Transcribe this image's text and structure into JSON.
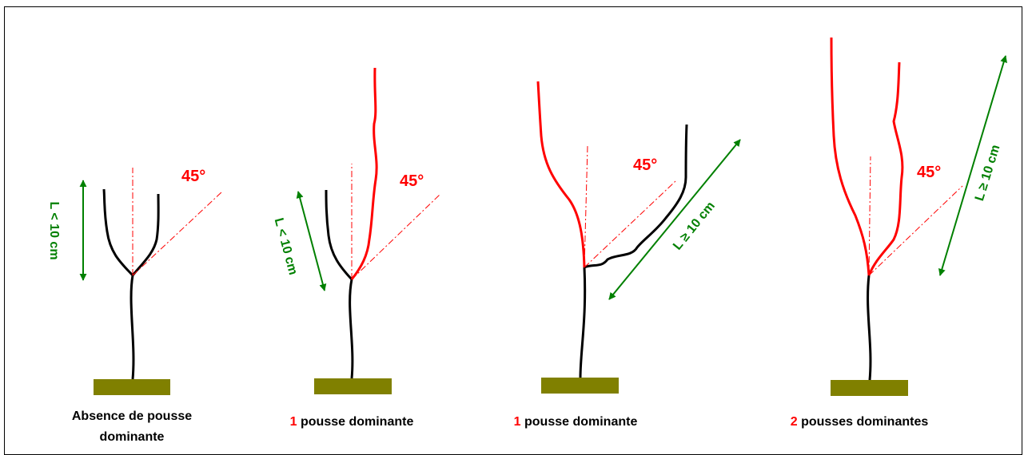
{
  "colors": {
    "dominant_shoot": "#ff0000",
    "shoot": "#000000",
    "measure": "#008000",
    "ground": "#808000",
    "reference": "#ff0000"
  },
  "panels": [
    {
      "angle": "45°",
      "length": "L < 10 cm",
      "caption_line1": "Absence de pousse",
      "caption_line2": "dominante"
    },
    {
      "angle": "45°",
      "length": "L < 10 cm",
      "count": "1",
      "caption": " pousse dominante"
    },
    {
      "angle": "45°",
      "length": "L ≥ 10 cm",
      "count": "1",
      "caption": " pousse dominante"
    },
    {
      "angle": "45°",
      "length": "L ≥ 10 cm",
      "count": "2",
      "caption": " pousses dominantes"
    }
  ]
}
